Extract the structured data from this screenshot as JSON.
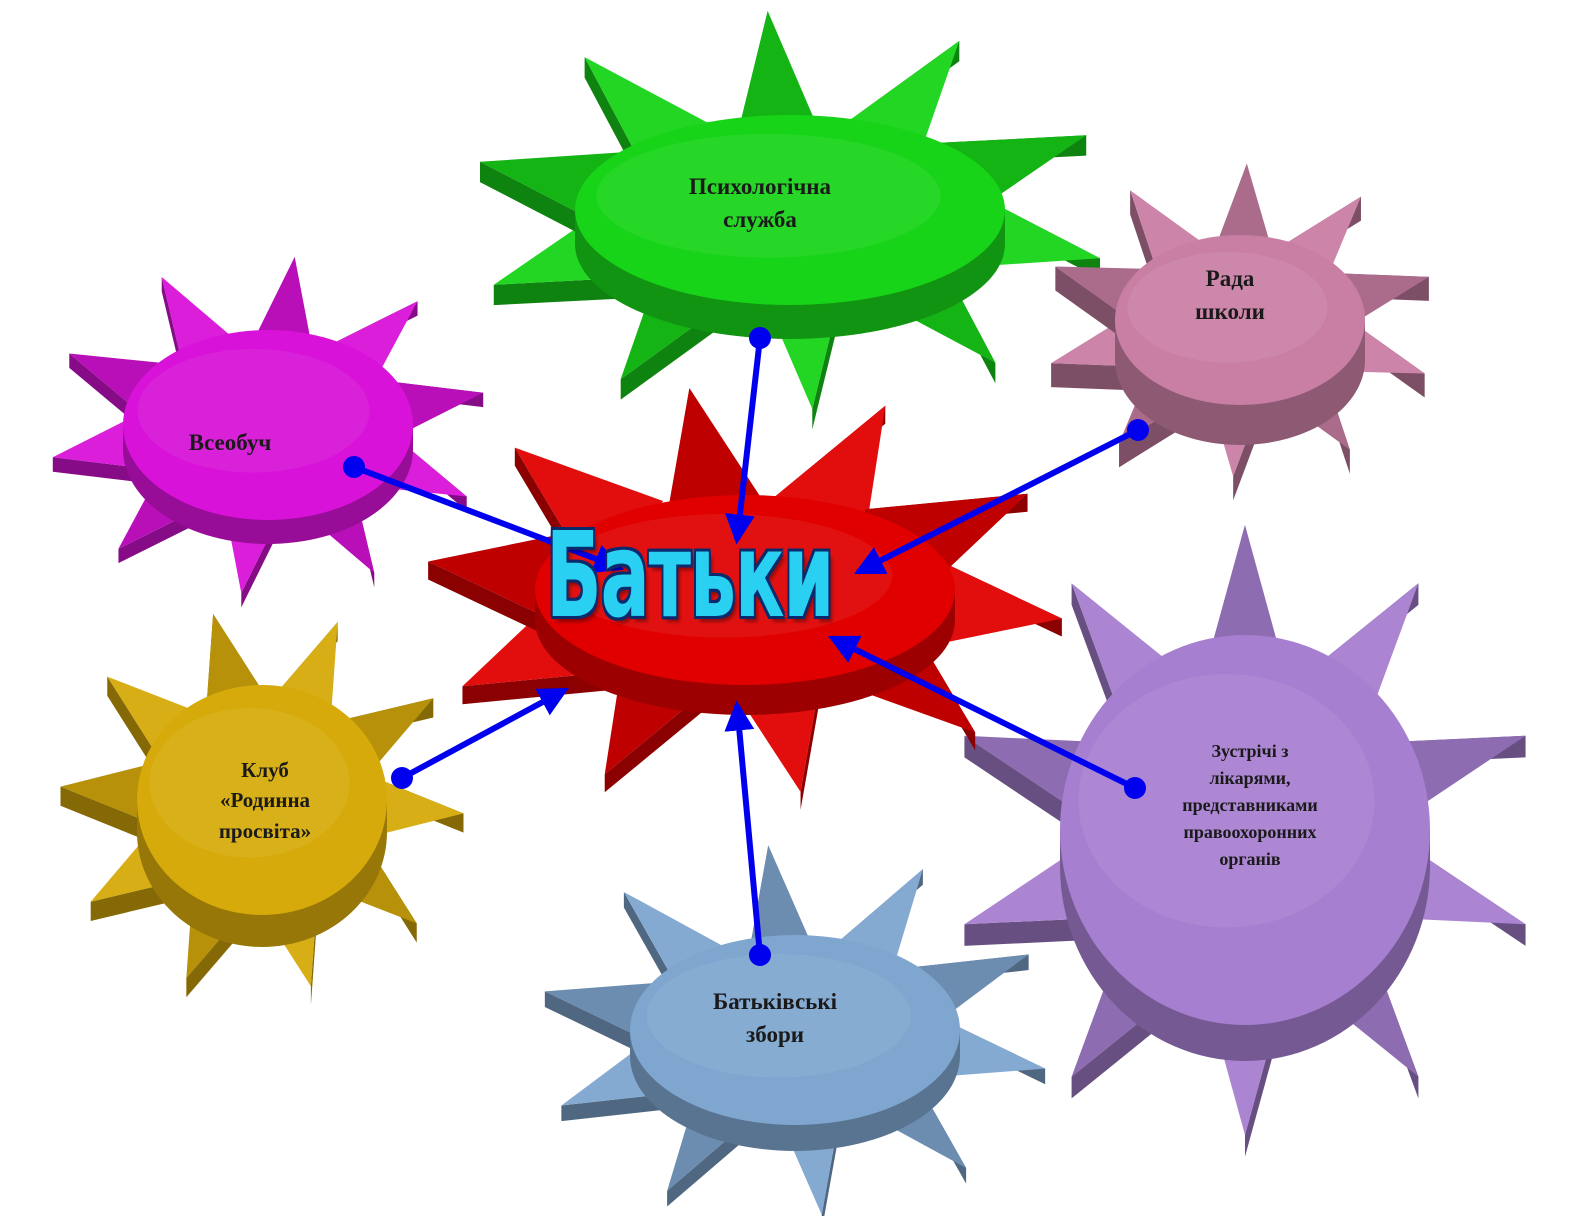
{
  "center": {
    "label": "Батьки",
    "color": "#e00000"
  },
  "nodes": [
    {
      "id": "psych",
      "lines": [
        "Психологічна",
        "служба"
      ],
      "color": "#18d418"
    },
    {
      "id": "council",
      "lines": [
        "Рада",
        "школи"
      ],
      "color": "#c97fa4"
    },
    {
      "id": "vseobuch",
      "lines": [
        "Всеобуч"
      ],
      "color": "#d812d8"
    },
    {
      "id": "club",
      "lines": [
        "Клуб",
        "«Родинна",
        "просвіта»"
      ],
      "color": "#d6aa0a"
    },
    {
      "id": "meetings",
      "lines": [
        "Батьківські",
        "збори"
      ],
      "color": "#7fa6cf"
    },
    {
      "id": "doctors",
      "lines": [
        "Зустрічі з",
        "лікарями,",
        "представниками",
        "правоохоронних",
        "органів"
      ],
      "color": "#a77fd0"
    }
  ],
  "connector_color": "#0000ee"
}
